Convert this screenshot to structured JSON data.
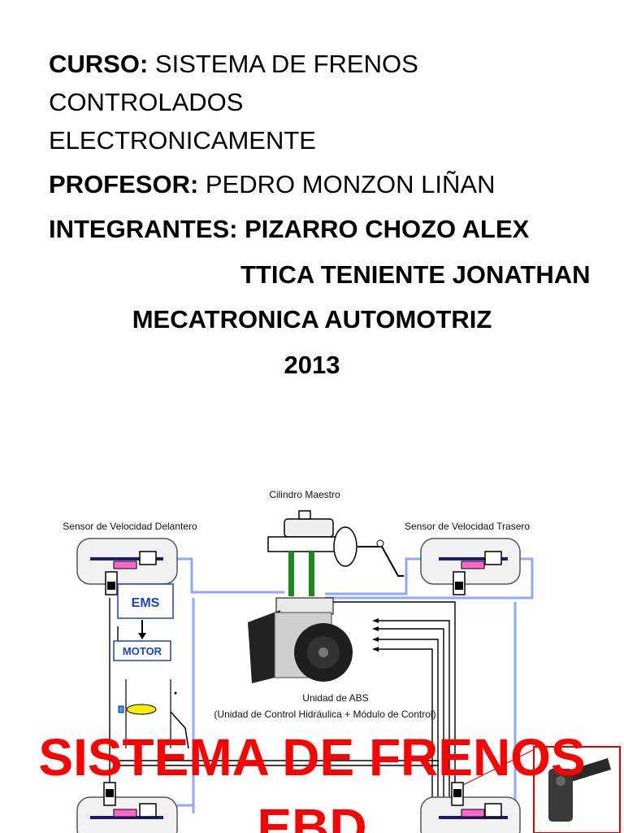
{
  "header": {
    "curso_label": "CURSO:",
    "curso_line1": "SISTEMA DE FRENOS",
    "curso_line2": "CONTROLADOS",
    "curso_line3": "ELECTRONICAMENTE",
    "profesor_label": "PROFESOR:",
    "profesor_name": "PEDRO MONZON LIÑAN",
    "integrantes_label": "INTEGRANTES:",
    "integrante_1": "PIZARRO CHOZO ALEX",
    "integrante_2": "TTICA TENIENTE JONATHAN",
    "carrera": "MECATRONICA AUTOMOTRIZ",
    "year": "2013"
  },
  "diagram": {
    "master_cylinder": "Cilindro Maestro",
    "front_sensor": "Sensor de Velocidad Delantero",
    "rear_sensor": "Sensor de Velocidad Trasero",
    "ems": "EMS",
    "motor": "MOTOR",
    "abs_unit": "Unidad de ABS",
    "abs_unit_desc": "(Unidad de Control Hidráulica + Módulo de Control)"
  },
  "overlay": {
    "title_line1": "SISTEMA DE FRENOS",
    "title_line2": "EBD"
  },
  "colors": {
    "overlay_text": "#ff0000",
    "wire_blue": "#8fa8ff",
    "ems_blue": "#1f3fd0",
    "sensor_magenta": "#ff66cc",
    "pipe_green": "#1a8a1a"
  }
}
